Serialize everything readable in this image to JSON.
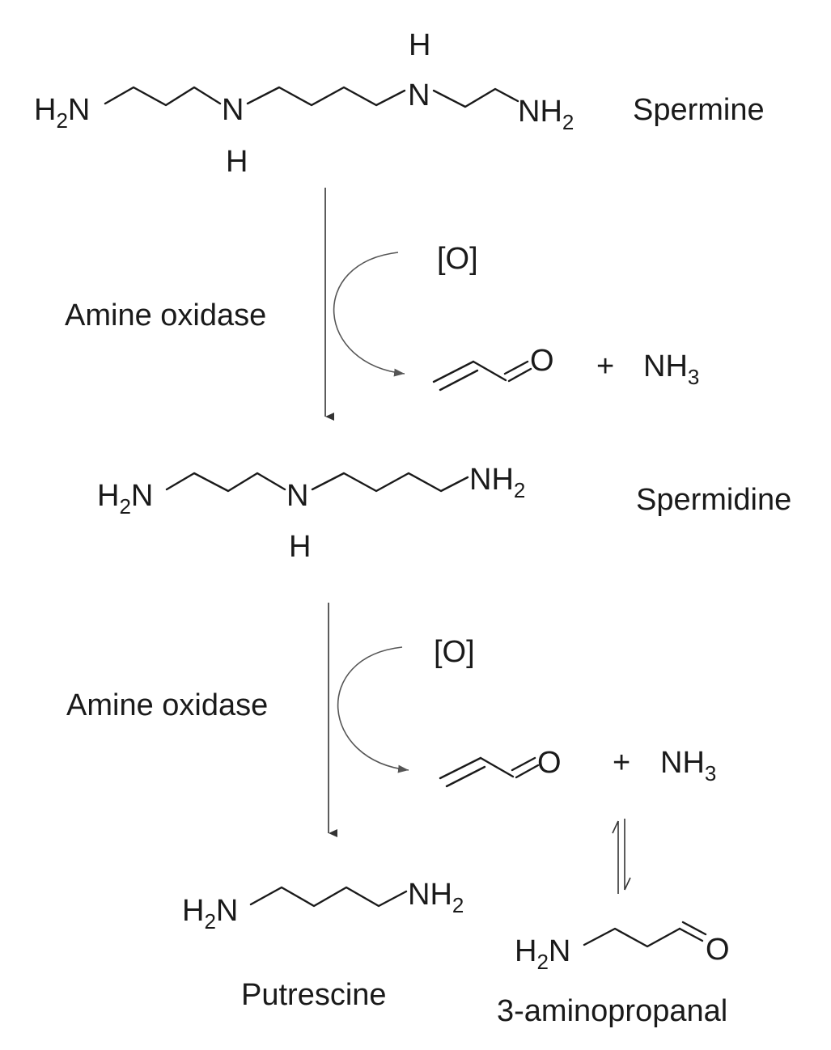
{
  "spermine": {
    "label": "Spermine",
    "h2n": "H",
    "h2n_sub": "2",
    "h2n_n": "N",
    "n1": "N",
    "n1_h": "H",
    "n2": "N",
    "n2_h": "H",
    "nh2": "NH",
    "nh2_sub": "2"
  },
  "step1": {
    "enzyme": "Amine oxidase",
    "oxidant": "[O]",
    "aldehyde_o": "O",
    "plus": "+",
    "nh3": "NH",
    "nh3_sub": "3"
  },
  "spermidine": {
    "label": "Spermidine",
    "h2n": "H",
    "h2n_sub": "2",
    "h2n_n": "N",
    "n": "N",
    "n_h": "H",
    "nh2": "NH",
    "nh2_sub": "2"
  },
  "step2": {
    "enzyme": "Amine oxidase",
    "oxidant": "[O]",
    "aldehyde_o": "O",
    "plus": "+",
    "nh3": "NH",
    "nh3_sub": "3"
  },
  "putrescine": {
    "label": "Putrescine",
    "h2n": "H",
    "h2n_sub": "2",
    "h2n_n": "N",
    "nh2": "NH",
    "nh2_sub": "2"
  },
  "aminopropanal": {
    "label": "3-aminopropanal",
    "h2n": "H",
    "h2n_sub": "2",
    "h2n_n": "N",
    "o": "O"
  }
}
